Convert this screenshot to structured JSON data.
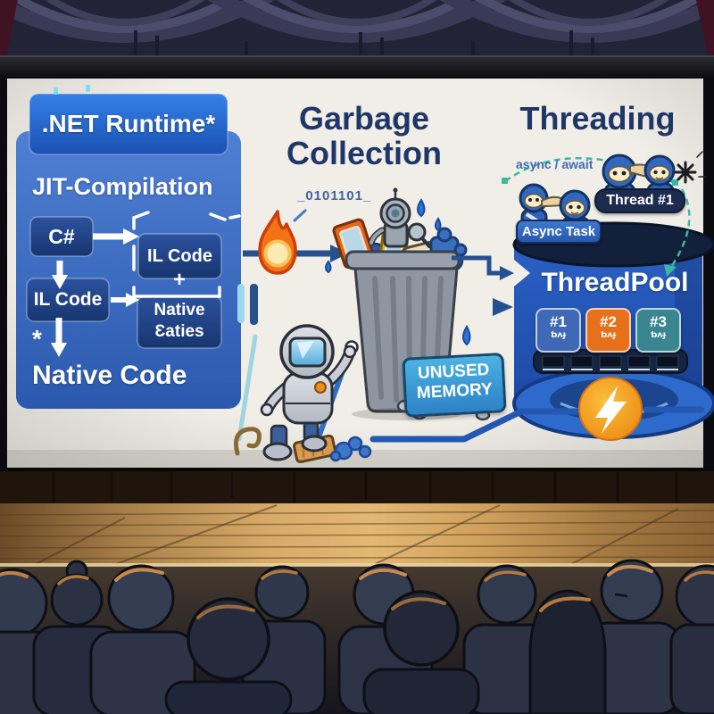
{
  "slide": {
    "runtime_panel": {
      "title": ".NET Runtime*",
      "heading": "JIT-Compilation",
      "csharp_box": "C#",
      "il_box_left": "IL Code",
      "il_box_right": "IL Code",
      "native_box_line1": "Native",
      "native_box_line2": "Ɛaties",
      "plus": "+",
      "asterisk": "*",
      "native_code": "Native Code"
    },
    "garbage_collection": {
      "title_line1": "Garbage",
      "title_line2": "Collection",
      "binary": "_0101101_",
      "sign_line1": "UNUSED",
      "sign_line2": "MEMORY"
    },
    "threading": {
      "title": "Threading",
      "async_await": "async / await",
      "thread_badge": "Thread #1",
      "async_task": "Async Task",
      "threadpool": "ThreadPool",
      "workers": [
        {
          "id": "#1",
          "sub": "ƅʌɟ"
        },
        {
          "id": "#2",
          "sub": "ƅʌɟ"
        },
        {
          "id": "#3",
          "sub": "ƅʌɟ"
        }
      ]
    }
  },
  "colors": {
    "panel_blue": "#2b59ad",
    "heading_navy": "#1f3668",
    "flame_orange": "#f47216",
    "worker_blue": "#3f69b6",
    "worker_orange": "#e7701a",
    "worker_teal": "#3a8690",
    "lightning_orange": "#f0930f",
    "sign_blue": "#3a9ad4",
    "teal_flow": "#3ab9a0",
    "arrow_navy": "#27508f"
  }
}
